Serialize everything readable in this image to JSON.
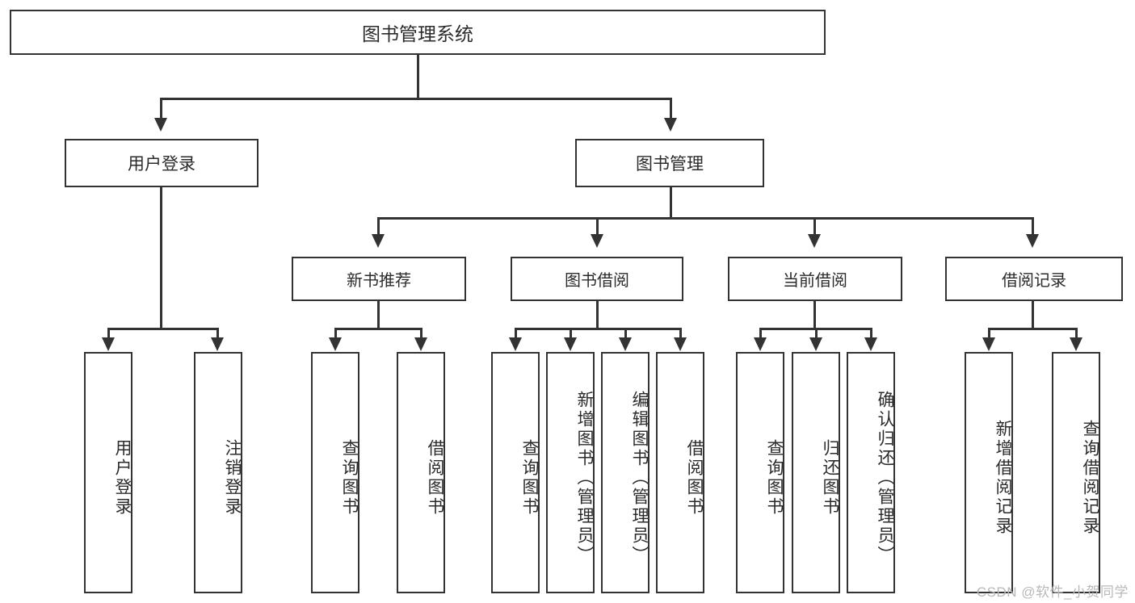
{
  "diagram": {
    "title": "图书管理系统",
    "type": "tree",
    "background_color": "#ffffff",
    "line_color": "#333333",
    "text_color": "#2b2b2b"
  },
  "nodes": {
    "root": {
      "label": "图书管理系统"
    },
    "level2": [
      {
        "label": "用户登录"
      },
      {
        "label": "图书管理"
      }
    ],
    "level3": [
      {
        "label": "新书推荐"
      },
      {
        "label": "图书借阅"
      },
      {
        "label": "当前借阅"
      },
      {
        "label": "借阅记录"
      }
    ],
    "leaves_user_login": [
      {
        "label": "用户登录"
      },
      {
        "label": "注销登录"
      }
    ],
    "leaves_new_book": [
      {
        "label": "查询图书"
      },
      {
        "label": "借阅图书"
      }
    ],
    "leaves_borrow": [
      {
        "label": "查询图书"
      },
      {
        "label": "新增图书（管理员）"
      },
      {
        "label": "编辑图书（管理员）"
      },
      {
        "label": "借阅图书"
      }
    ],
    "leaves_current": [
      {
        "label": "查询图书"
      },
      {
        "label": "归还图书"
      },
      {
        "label": "确认归还（管理员）"
      }
    ],
    "leaves_record": [
      {
        "label": "新增借阅记录"
      },
      {
        "label": "查询借阅记录"
      }
    ]
  },
  "watermark": {
    "text": "CSDN @软件_小贺同学"
  }
}
